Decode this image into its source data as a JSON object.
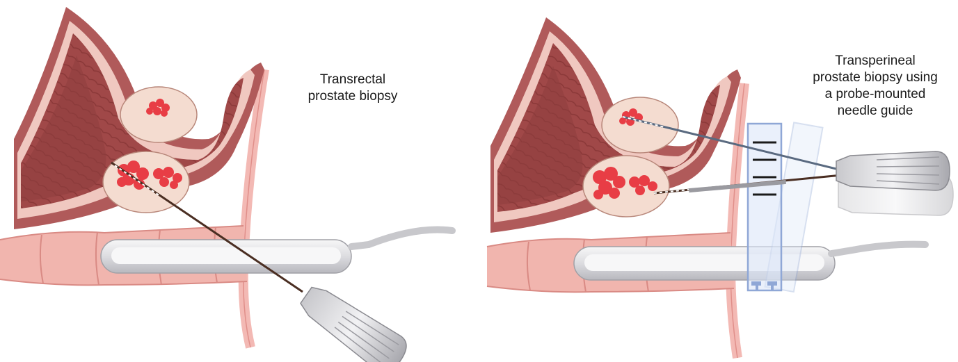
{
  "panels": [
    {
      "id": "transrectal",
      "label_lines": [
        "Transrectal",
        "prostate biopsy"
      ]
    },
    {
      "id": "transperineal",
      "label_lines": [
        "Transperineal",
        "prostate biopsy using",
        "a probe-mounted",
        "needle guide"
      ]
    }
  ],
  "colors": {
    "bladder_wall": "#b05a5a",
    "bladder_inner": "#8e3e3e",
    "bladder_fat": "#f0c8c0",
    "prostate": "#f4dcd0",
    "tumor": "#e83d45",
    "rectum": "#f1b5ae",
    "rectum_dark": "#d98a84",
    "skin": "#f3b9b4",
    "probe": "#e6e6e8",
    "needle": "#4a2e22",
    "guide": "#8fa7d6"
  },
  "icons": [
    "ultrasound-probe-icon",
    "biopsy-gun-icon",
    "needle-guide-grid-icon"
  ]
}
